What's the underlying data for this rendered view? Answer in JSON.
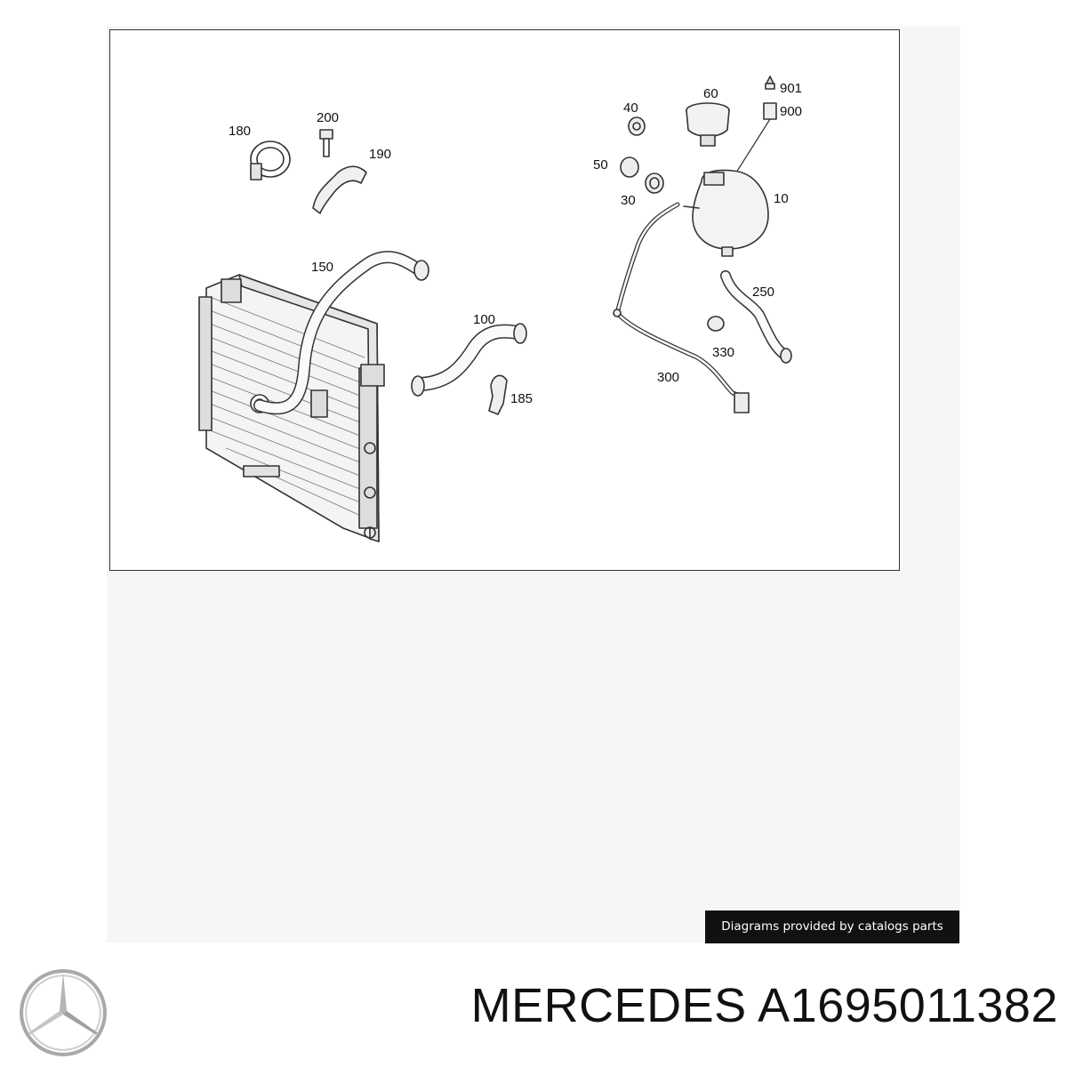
{
  "diagram": {
    "callouts": [
      "180",
      "200",
      "190",
      "150",
      "100",
      "185",
      "40",
      "60",
      "901",
      "900",
      "50",
      "30",
      "10",
      "250",
      "330",
      "300"
    ]
  },
  "banner": {
    "text": "Diagrams provided by catalogs parts"
  },
  "brand": {
    "logo_icon": "mercedes-star-icon"
  },
  "title": {
    "text": "MERCEDES A1695011382"
  }
}
